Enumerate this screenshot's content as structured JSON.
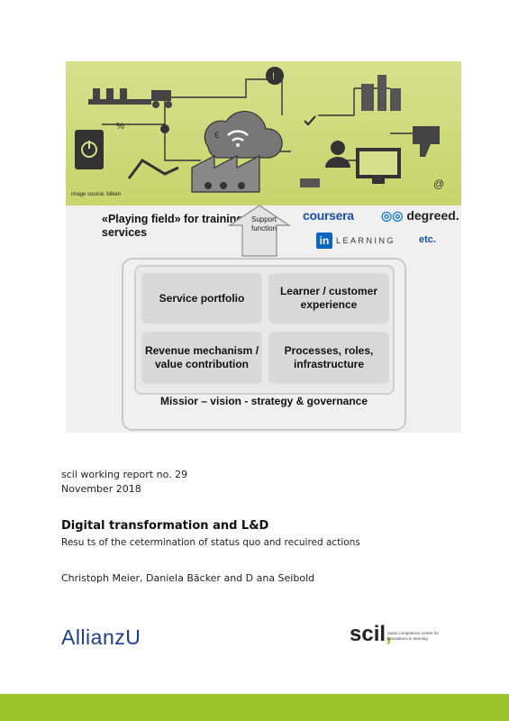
{
  "figure": {
    "image_source": "image source: bilken",
    "playing_field": "«Playing field» for training services",
    "support_function": "Support function",
    "logos": {
      "coursera": "coursera",
      "degreed": "degreed.",
      "linkedin_in": "in",
      "linkedin_learning": "LEARNING",
      "etc": "etc."
    },
    "cells": {
      "service_portfolio": "Service portfolio",
      "learner_experience": "Learner / customer experience",
      "revenue": "Revenue mechanism / value contribution",
      "processes": "Processes, roles, infrastructure"
    },
    "mission": "Missior – vision - strategy & governance"
  },
  "report": {
    "series": "scil working report no. 29",
    "date": "November 2018",
    "title": "Digital transformation and L&D",
    "subtitle": "Resu ts of the cetermination of status quo and recuired actions",
    "authors": "Christoph Meier, Daniela Bäcker and D ana Seibold"
  },
  "footer": {
    "allianz_logo": "AllianzU",
    "scil_logo": "scil",
    "scil_tagline": "swiss competence centre for innovations in learning"
  },
  "colors": {
    "banner_green": "#c6d56c",
    "accent_green": "#9ac32c",
    "allianz_blue": "#1b3f8a"
  }
}
